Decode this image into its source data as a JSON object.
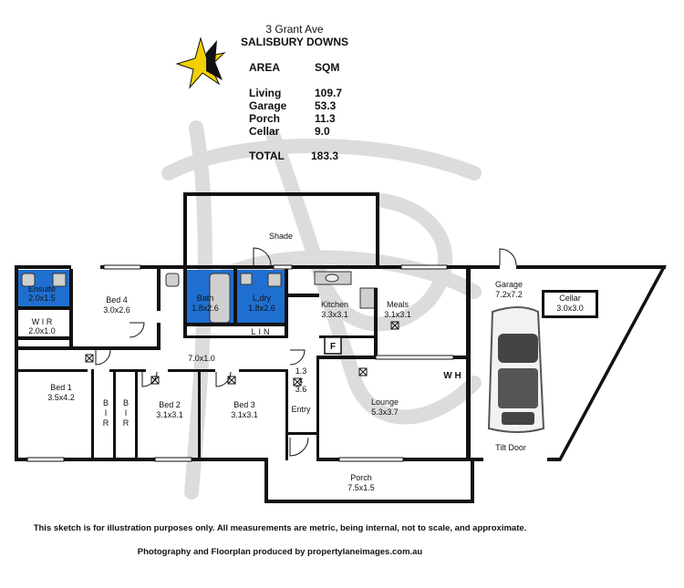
{
  "header": {
    "address_line1": "3 Grant Ave",
    "address_line2": "SALISBURY DOWNS",
    "col_area": "AREA",
    "col_sqm": "SQM",
    "rows": [
      {
        "name": "Living",
        "value": "109.7"
      },
      {
        "name": "Garage",
        "value": "53.3"
      },
      {
        "name": "Porch",
        "value": "11.3"
      },
      {
        "name": "Cellar",
        "value": "9.0"
      }
    ],
    "total_label": "TOTAL",
    "total_value": "183.3"
  },
  "rooms": {
    "shade": {
      "name": "Shade"
    },
    "ensuite": {
      "name": "Ensuite",
      "size": "2.0x1.5"
    },
    "wir": {
      "name": "W I R",
      "size": "2.0x1.0"
    },
    "bed4": {
      "name": "Bed 4",
      "size": "3.0x2.6"
    },
    "bath": {
      "name": "Bath",
      "size": "1.8x2.6"
    },
    "laundry": {
      "name": "L,dry",
      "size": "1.8x2.6"
    },
    "lin": {
      "name": "LIN"
    },
    "kitchen": {
      "name": "Kitchen",
      "size": "3.3x3.1"
    },
    "meals": {
      "name": "Meals",
      "size": "3.1x3.1"
    },
    "fridge": {
      "name": "F"
    },
    "hall": {
      "size": "7.0x1.0"
    },
    "bed1": {
      "name": "Bed 1",
      "size": "3.5x4.2"
    },
    "bir1": {
      "letters": [
        "B",
        "I",
        "R"
      ]
    },
    "bir2": {
      "letters": [
        "B",
        "I",
        "R"
      ]
    },
    "bed2": {
      "name": "Bed 2",
      "size": "3.1x3.1"
    },
    "bed3": {
      "name": "Bed 3",
      "size": "3.1x3.1"
    },
    "passage": {
      "dim1": "1.3",
      "dim2": "x",
      "dim3": "3.6"
    },
    "entry": {
      "name": "Entry"
    },
    "wh": {
      "name": "W H"
    },
    "lounge": {
      "name": "Lounge",
      "size": "5.3x3.7"
    },
    "porch": {
      "name": "Porch",
      "size": "7.5x1.5"
    },
    "garage": {
      "name": "Garage",
      "size": "7.2x7.2"
    },
    "cellar": {
      "name": "Cellar",
      "size": "3.0x3.0"
    },
    "tilt_door": {
      "name": "Tilt Door"
    }
  },
  "footer": {
    "disclaimer": "This sketch is for illustration purposes only.  All measurements are metric, being internal, not to scale, and approximate.",
    "credit": "Photography and Floorplan produced by propertylaneimages.com.au"
  },
  "colors": {
    "wet_area": "#1f6fd0",
    "wall": "#111111",
    "watermark": "#d9d9d9",
    "logo_star": "#f2d000"
  }
}
